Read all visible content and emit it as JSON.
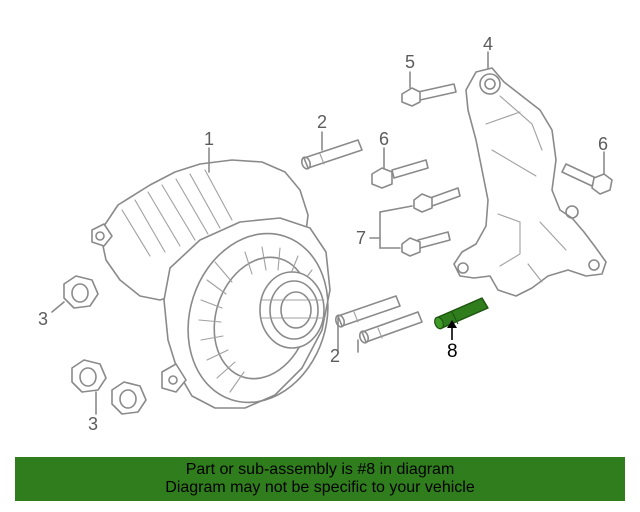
{
  "callouts": {
    "c1": "1",
    "c2a": "2",
    "c2b": "2",
    "c3a": "3",
    "c3b": "3",
    "c4": "4",
    "c5": "5",
    "c6a": "6",
    "c6b": "6",
    "c7": "7",
    "c8": "8"
  },
  "highlight_color": "#2f7d1c",
  "banner": {
    "line1": "Part or sub-assembly is #8 in diagram",
    "line2": "Diagram may not be specific to your vehicle"
  }
}
